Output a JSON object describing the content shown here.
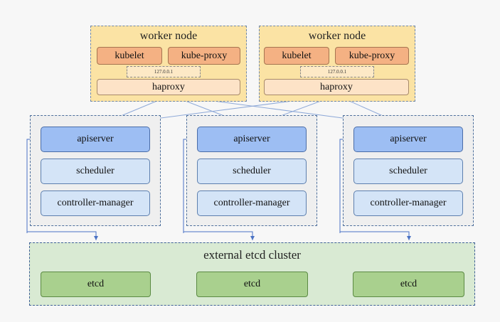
{
  "workers": [
    {
      "title": "worker node",
      "kubelet": "kubelet",
      "kube_proxy": "kube-proxy",
      "ip": "127.0.0.1",
      "haproxy": "haproxy"
    },
    {
      "title": "worker node",
      "kubelet": "kubelet",
      "kube_proxy": "kube-proxy",
      "ip": "127.0.0.1",
      "haproxy": "haproxy"
    }
  ],
  "masters": [
    {
      "apiserver": "apiserver",
      "scheduler": "scheduler",
      "controller_manager": "controller-manager"
    },
    {
      "apiserver": "apiserver",
      "scheduler": "scheduler",
      "controller_manager": "controller-manager"
    },
    {
      "apiserver": "apiserver",
      "scheduler": "scheduler",
      "controller_manager": "controller-manager"
    }
  ],
  "etcd_cluster": {
    "title": "external etcd cluster",
    "nodes": [
      "etcd",
      "etcd",
      "etcd"
    ]
  },
  "colors": {
    "worker_bg": "#fbe3a4",
    "orange_box": "#f4b183",
    "apiserver": "#9dbef3",
    "component": "#d4e4f7",
    "etcd_bg": "#d9ead3",
    "etcd_box": "#a9d08e",
    "connector": "#4a72c4"
  }
}
